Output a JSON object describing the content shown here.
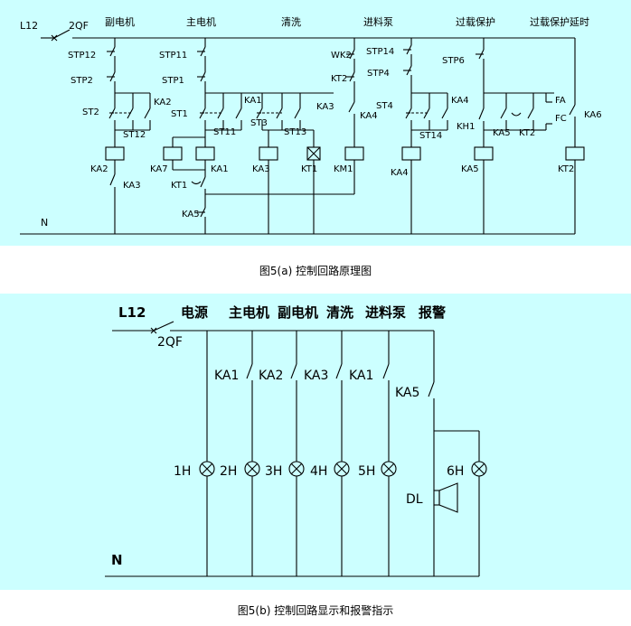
{
  "figure_a": {
    "caption": "图5(a)    控制回路原理图",
    "supply_label": "L12",
    "breaker_label": "2QF",
    "neutral_label": "N",
    "headers": [
      "副电机",
      "主电机",
      "清洗",
      "进料泵",
      "过载保护",
      "过载保护延时"
    ],
    "labels": {
      "stp12": "STP12",
      "stp2": "STP2",
      "st2": "ST2",
      "ka2_c": "KA2",
      "st12": "ST12",
      "ka2_coil": "KA2",
      "ka3_c": "KA3",
      "stp11": "STP11",
      "stp1": "STP1",
      "st1": "ST1",
      "st11": "ST11",
      "ka1_c": "KA1",
      "st3": "ST3",
      "st13": "ST13",
      "ka3_c2": "KA3",
      "ka7": "KA7",
      "ka1_coil": "KA1",
      "kt1_c": "KT1",
      "ka3_coil": "KA3",
      "kt1_coil": "KT1",
      "km1_coil": "KM1",
      "ka5_c": "KA5",
      "wk2": "WK2",
      "kt2_c": "KT2",
      "ka4_c": "KA4",
      "stp14": "STP14",
      "stp4": "STP4",
      "st4": "ST4",
      "ka4_c2": "KA4",
      "st14": "ST14",
      "ka4_coil": "KA4",
      "stp6": "STP6",
      "kh1": "KH1",
      "ka5_c2": "KA5",
      "kt2_c2": "KT2",
      "fa": "FA",
      "fc": "FC",
      "ka5_coil": "KA5",
      "ka6": "KA6",
      "kt2_coil": "KT2"
    }
  },
  "figure_b": {
    "caption": "图5(b) 控制回路显示和报警指示",
    "supply_label": "L12",
    "breaker_label": "2QF",
    "neutral_label": "N",
    "headers": [
      "电源",
      "主电机",
      "副电机",
      "清洗",
      "进料泵",
      "报警"
    ],
    "contacts": [
      "KA1",
      "KA2",
      "KA3",
      "KA1",
      "KA5"
    ],
    "lamps": [
      "1H",
      "2H",
      "3H",
      "4H",
      "5H",
      "6H"
    ],
    "buzzer": "DL"
  }
}
